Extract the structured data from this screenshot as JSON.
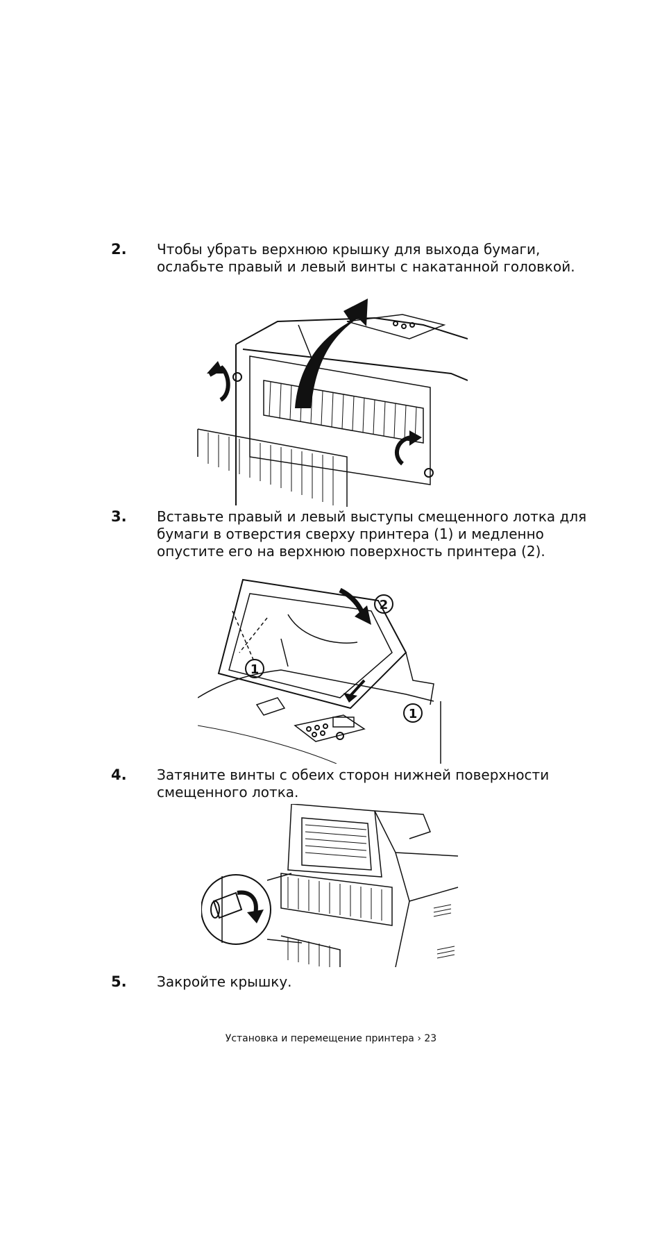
{
  "steps": [
    {
      "number": "2.",
      "lines": [
        "Чтобы убрать верхнюю крышку для выхода бумаги,",
        "ослабьте правый и левый винты с накатанной головкой."
      ]
    },
    {
      "number": "3.",
      "lines": [
        "Вставьте правый и левый выступы смещенного лотка для",
        "бумаги в отверстия сверху принтера (1) и медленно",
        "опустите его на верхнюю поверхность принтера (2)."
      ]
    },
    {
      "number": "4.",
      "lines": [
        "Затяните винты с обеих сторон нижней поверхности",
        "смещенного лотка."
      ]
    },
    {
      "number": "5.",
      "lines": [
        "Закройте крышку."
      ]
    }
  ],
  "figure2": {
    "callout_top": "2",
    "callout_left": "1",
    "callout_right": "1"
  },
  "footer": {
    "text": "Установка и перемещение принтера",
    "separator": "›",
    "page": "23"
  }
}
